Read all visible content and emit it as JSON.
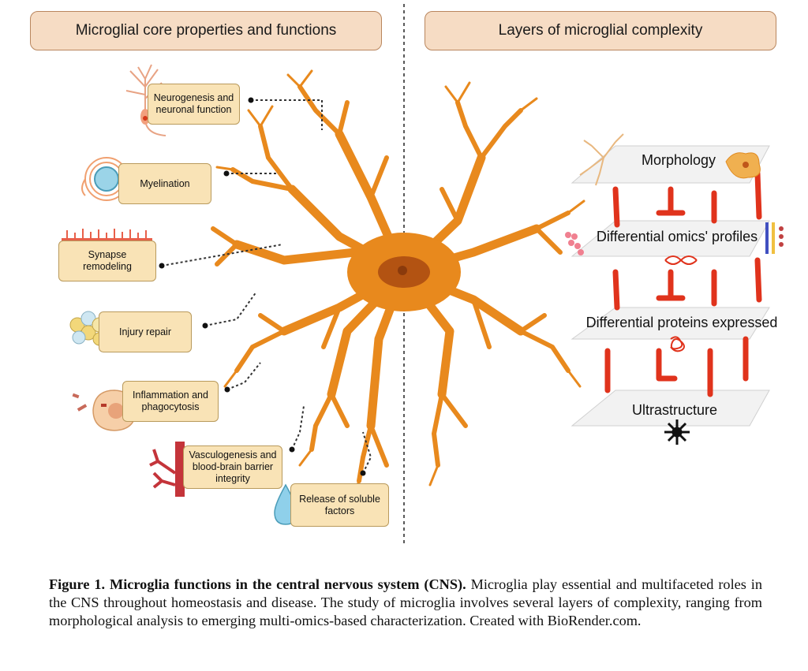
{
  "headers": {
    "left": "Microglial core properties and functions",
    "right": "Layers of microglial complexity"
  },
  "functions": [
    {
      "label": "Neurogenesis and\nneuronal function"
    },
    {
      "label": "Myelination"
    },
    {
      "label": "Synapse remodeling"
    },
    {
      "label": "Injury repair"
    },
    {
      "label": "Inflammation and\nphagocytosis"
    },
    {
      "label": "Vasculogenesis and\nblood-brain barrier\nintegrity"
    },
    {
      "label": "Release of soluble\nfactors"
    }
  ],
  "layers": [
    {
      "label": "Morphology"
    },
    {
      "label": "Differential omics' profiles"
    },
    {
      "label": "Differential proteins expressed"
    },
    {
      "label": "Ultrastructure"
    }
  ],
  "caption": {
    "bold": "Figure 1. Microglia functions in the central nervous system (CNS).",
    "text": " Microglia play essential and multifaceted roles in the CNS throughout homeostasis and disease. The study of microglia involves several layers of complexity, ranging from morphological analysis to emerging multi-omics-based characterization. Created with BioRender.com."
  },
  "colors": {
    "cell": "#e8891d",
    "nucleus": "#b35312",
    "connector": "#e0331c",
    "header_bg": "#f6dcc4",
    "box_bg": "#f9e3b6"
  }
}
